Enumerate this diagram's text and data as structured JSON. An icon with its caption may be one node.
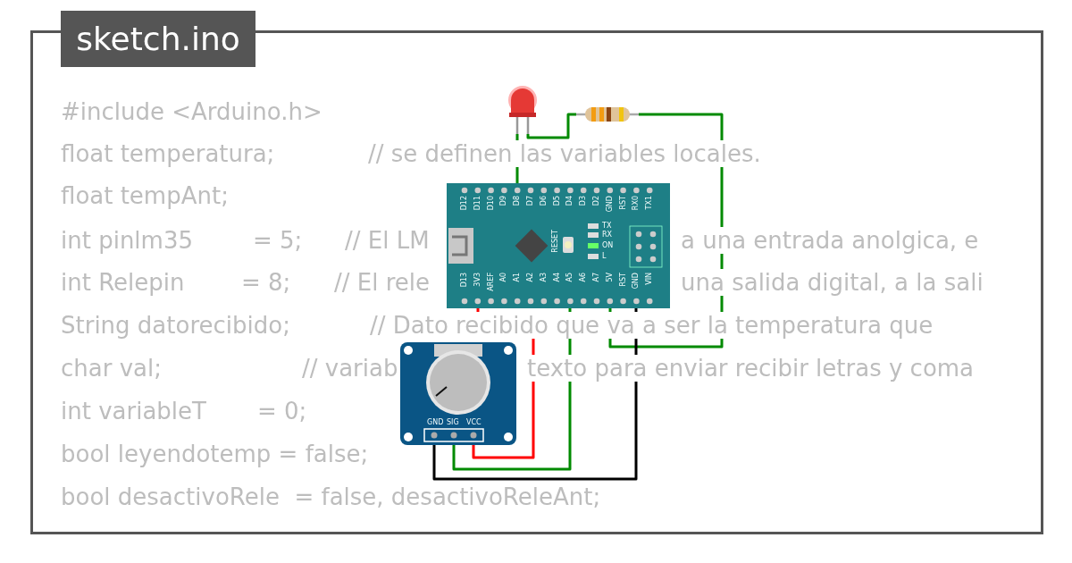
{
  "diagram": {
    "title": "sketch.ino",
    "nodes": [
      {
        "text": [],
        "shape": "picture"
      },
      {
        "text": [],
        "shape": "picture"
      },
      {
        "text": [],
        "shape": "picture"
      },
      {
        "text": [],
        "shape": "picture"
      }
    ],
    "edges": [
      {
        "from": 0,
        "to": 2,
        "arrow": "none"
      },
      {
        "from": 0,
        "to": 1,
        "arrow": "none"
      },
      {
        "from": 1,
        "to": 2,
        "arrow": "none"
      },
      {
        "from": 3,
        "to": 2,
        "arrow": "none",
        "color": "#ff0000"
      },
      {
        "from": 3,
        "to": 2,
        "arrow": "none"
      },
      {
        "from": 3,
        "to": 2,
        "arrow": "none",
        "color": "#000000"
      }
    ],
    "labels": [
      "#include <Arduino.h>",
      "float temperatura;",
      "// se definen las variables locales.",
      "float tempAnt;",
      "int pinlm35",
      "= 5;",
      "// El LM",
      "a una entrada anolgica, e",
      "int Relepin",
      "= 8;",
      "// El rele",
      "una salida digital, a la sali",
      "String datorecibido;",
      "// Dato recibido que va a ser la temperatura que",
      "char val;",
      "// variab",
      "texto para enviar recibir letras y coma",
      "int variableT",
      "= 0;",
      "bool leyendotemp = false;",
      "bool desactivoRele  = false, desactivoReleAnt;",
      "D12",
      "D11",
      "D10",
      "D9",
      "D8",
      "D7",
      "D6",
      "D5",
      "D4",
      "D3",
      "D2",
      "GND",
      "RST",
      "RX0",
      "TX1",
      "D13",
      "3V3",
      "AREF",
      "A0",
      "A1",
      "A2",
      "A3",
      "A4",
      "A5",
      "A6",
      "A7",
      "5V",
      "RST",
      "GND",
      "VIN",
      "RESET",
      "TX",
      "RX",
      "ON",
      "L",
      "GND",
      "SIG",
      "VCC"
    ]
  }
}
